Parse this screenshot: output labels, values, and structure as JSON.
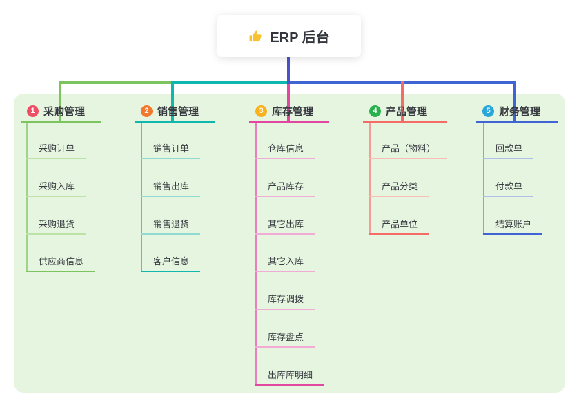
{
  "root_node": {
    "label": "ERP 后台",
    "icon": "thumbs-up-icon",
    "icon_color": "#f6c232"
  },
  "panel": {
    "bg_color": "#e6f5e0"
  },
  "connectors": {
    "root_drop_color": "#4b53ca"
  },
  "branches": [
    {
      "badge": "1",
      "badge_color": "#ee4f66",
      "label": "采购管理",
      "line_color": "#7cc45f",
      "mid_color": "#9ed489",
      "light_color": "#bce2a8",
      "items": [
        "采购订单",
        "采购入库",
        "采购退货",
        "供应商信息"
      ]
    },
    {
      "badge": "2",
      "badge_color": "#f2782d",
      "label": "销售管理",
      "line_color": "#10b7ad",
      "mid_color": "#4fc7bc",
      "light_color": "#8fdad1",
      "items": [
        "销售订单",
        "销售出库",
        "销售退货",
        "客户信息"
      ]
    },
    {
      "badge": "3",
      "badge_color": "#f9b11c",
      "label": "库存管理",
      "line_color": "#e2479f",
      "mid_color": "#ea7fbe",
      "light_color": "#f2abd4",
      "items": [
        "仓库信息",
        "产品库存",
        "其它出库",
        "其它入库",
        "库存调拨",
        "库存盘点",
        "出库库明细"
      ]
    },
    {
      "badge": "4",
      "badge_color": "#28b24c",
      "label": "产品管理",
      "line_color": "#f56b66",
      "mid_color": "#f89b95",
      "light_color": "#fbbcb6",
      "items": [
        "产品（物料）",
        "产品分类",
        "产品单位"
      ]
    },
    {
      "badge": "5",
      "badge_color": "#29a6da",
      "label": "财务管理",
      "line_color": "#3f65d4",
      "mid_color": "#8da3e2",
      "light_color": "#adc0e8",
      "items": [
        "回款单",
        "付款单",
        "结算账户"
      ]
    }
  ]
}
